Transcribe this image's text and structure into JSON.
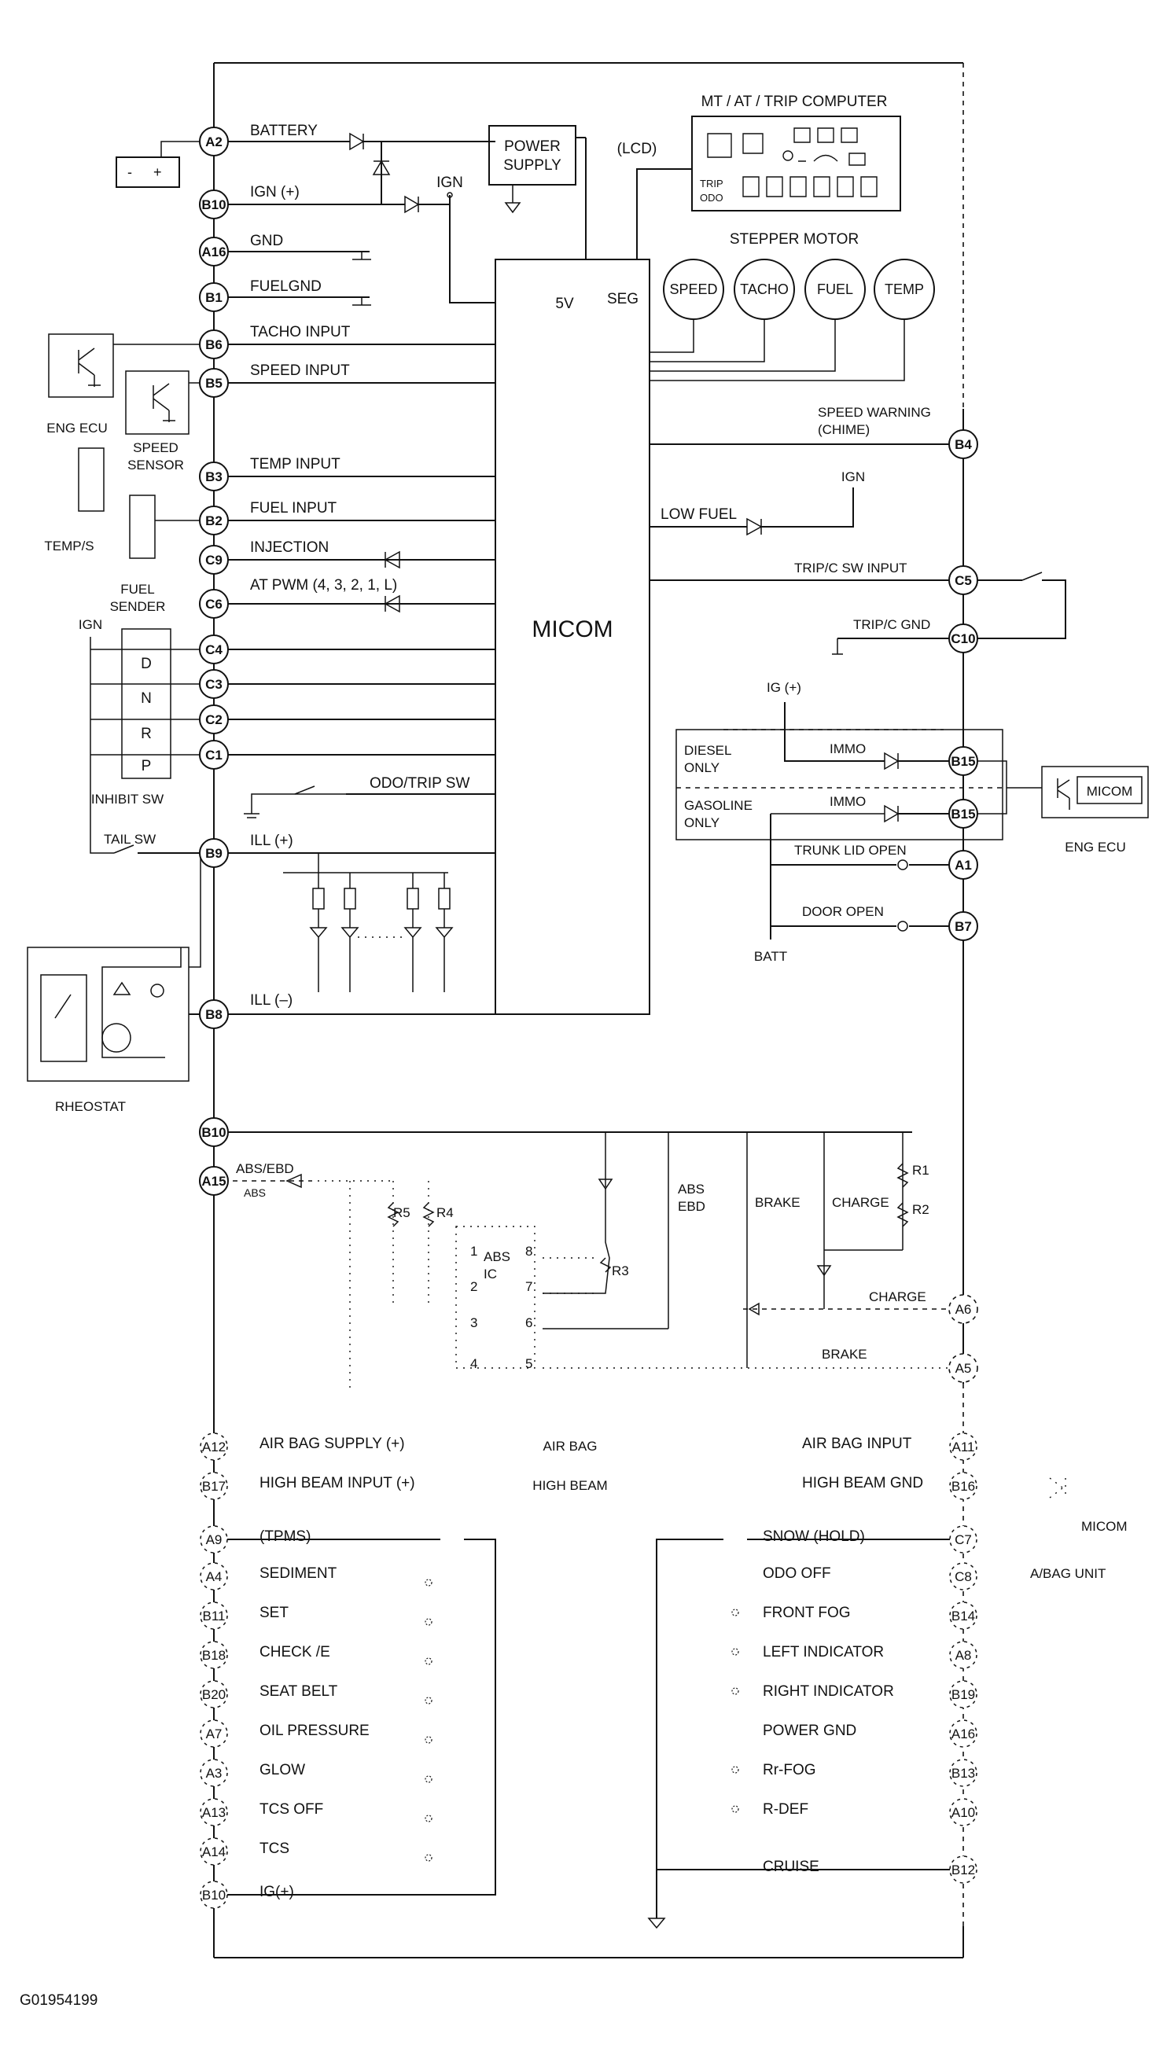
{
  "micom": "MICOM",
  "power_supply": [
    "POWER",
    "SUPPLY"
  ],
  "lcd": "(LCD)",
  "v5": "5V",
  "seg": "SEG",
  "lcd_title": "MT / AT / TRIP COMPUTER",
  "lcd_trip": "TRIP",
  "lcd_odo": "ODO",
  "stepper_title": "STEPPER MOTOR",
  "gauges": [
    "SPEED",
    "TACHO",
    "FUEL",
    "TEMP"
  ],
  "left_pins": [
    "A2",
    "B10",
    "A16",
    "B1",
    "B6",
    "B5",
    "B3",
    "B2",
    "C9",
    "C6",
    "C4",
    "C3",
    "C2",
    "C1",
    "B9",
    "B8",
    "B10",
    "A15"
  ],
  "left_labels": {
    "battery": "BATTERY",
    "ign": "IGN (+)",
    "gnd": "GND",
    "fuelgnd": "FUELGND",
    "tacho": "TACHO INPUT",
    "speed": "SPEED INPUT",
    "temp": "TEMP INPUT",
    "fuel": "FUEL INPUT",
    "injection": "INJECTION",
    "atpwm": "AT PWM (4, 3, 2, 1, L)",
    "ill_plus": "ILL (+)",
    "ill_minus": "ILL (–)",
    "odo_trip": "ODO/TRIP SW",
    "absebd": "ABS/EBD"
  },
  "ign": "IGN",
  "components": {
    "eng_ecu": "ENG ECU",
    "speed_sensor": [
      "SPEED",
      "SENSOR"
    ],
    "temp_s": "TEMP/S",
    "fuel_sender": [
      "FUEL",
      "SENDER"
    ],
    "inhibit_sw": "INHIBIT SW",
    "tail_sw": "TAIL SW",
    "rheostat": "RHEOSTAT",
    "inhibit_letters": [
      "D",
      "N",
      "R",
      "P"
    ]
  },
  "right_pins": [
    "B4",
    "C5",
    "C10",
    "B15",
    "B15",
    "A1",
    "B7",
    "A6",
    "A5"
  ],
  "right_labels": {
    "speed_warning": [
      "SPEED WARNING",
      "(CHIME)"
    ],
    "low_fuel": "LOW FUEL",
    "trip_sw": "TRIP/C SW INPUT",
    "trip_gnd": "TRIP/C GND",
    "ig_plus": "IG (+)",
    "diesel": [
      "DIESEL",
      "ONLY"
    ],
    "gasoline": [
      "GASOLINE",
      "ONLY"
    ],
    "immo": "IMMO",
    "trunk": "TRUNK LID OPEN",
    "door": "DOOR OPEN",
    "batt": "BATT",
    "eng_ecu": "ENG ECU",
    "micom": "MICOM",
    "charge": "CHARGE",
    "brake": "BRAKE"
  },
  "abs": {
    "abs_ic": [
      "ABS",
      "IC"
    ],
    "r1": "R1",
    "r2": "R2",
    "r3": "R3",
    "r4": "R4",
    "r5": "R5",
    "abs_ebd": [
      "ABS",
      "EBD"
    ],
    "brake": "BRAKE",
    "charge": "CHARGE",
    "pins_left": [
      "1",
      "2",
      "3",
      "4"
    ],
    "pins_right": [
      "8",
      "7",
      "6",
      "5"
    ],
    "faint": "ABS"
  },
  "bottom_left": [
    {
      "pin": "A12",
      "label": "AIR BAG SUPPLY (+)"
    },
    {
      "pin": "B17",
      "label": "HIGH BEAM INPUT (+)"
    },
    {
      "pin": "A9",
      "label": "(TPMS)"
    },
    {
      "pin": "A4",
      "label": "SEDIMENT"
    },
    {
      "pin": "B11",
      "label": "SET"
    },
    {
      "pin": "B18",
      "label": "CHECK /E"
    },
    {
      "pin": "B20",
      "label": "SEAT BELT"
    },
    {
      "pin": "A7",
      "label": "OIL PRESSURE"
    },
    {
      "pin": "A3",
      "label": "GLOW"
    },
    {
      "pin": "A13",
      "label": "TCS OFF"
    },
    {
      "pin": "A14",
      "label": "TCS"
    },
    {
      "pin": "B10",
      "label": "IG(+)"
    }
  ],
  "bottom_right": [
    {
      "pin": "A11",
      "label": "AIR BAG INPUT"
    },
    {
      "pin": "B16",
      "label": "HIGH BEAM GND"
    },
    {
      "pin": "C7",
      "label": "SNOW (HOLD)"
    },
    {
      "pin": "C8",
      "label": "ODO OFF"
    },
    {
      "pin": "B14",
      "label": "FRONT FOG"
    },
    {
      "pin": "A8",
      "label": "LEFT INDICATOR"
    },
    {
      "pin": "B19",
      "label": "RIGHT INDICATOR"
    },
    {
      "pin": "A16",
      "label": "POWER GND"
    },
    {
      "pin": "B13",
      "label": "Rr-FOG"
    },
    {
      "pin": "A10",
      "label": "R-DEF"
    },
    {
      "pin": "B12",
      "label": "CRUISE"
    }
  ],
  "center": {
    "air_bag": "AIR BAG",
    "high_beam": "HIGH BEAM"
  },
  "abag": {
    "micom": "MICOM",
    "unit": "A/BAG UNIT"
  },
  "figure_id": "G01954199"
}
